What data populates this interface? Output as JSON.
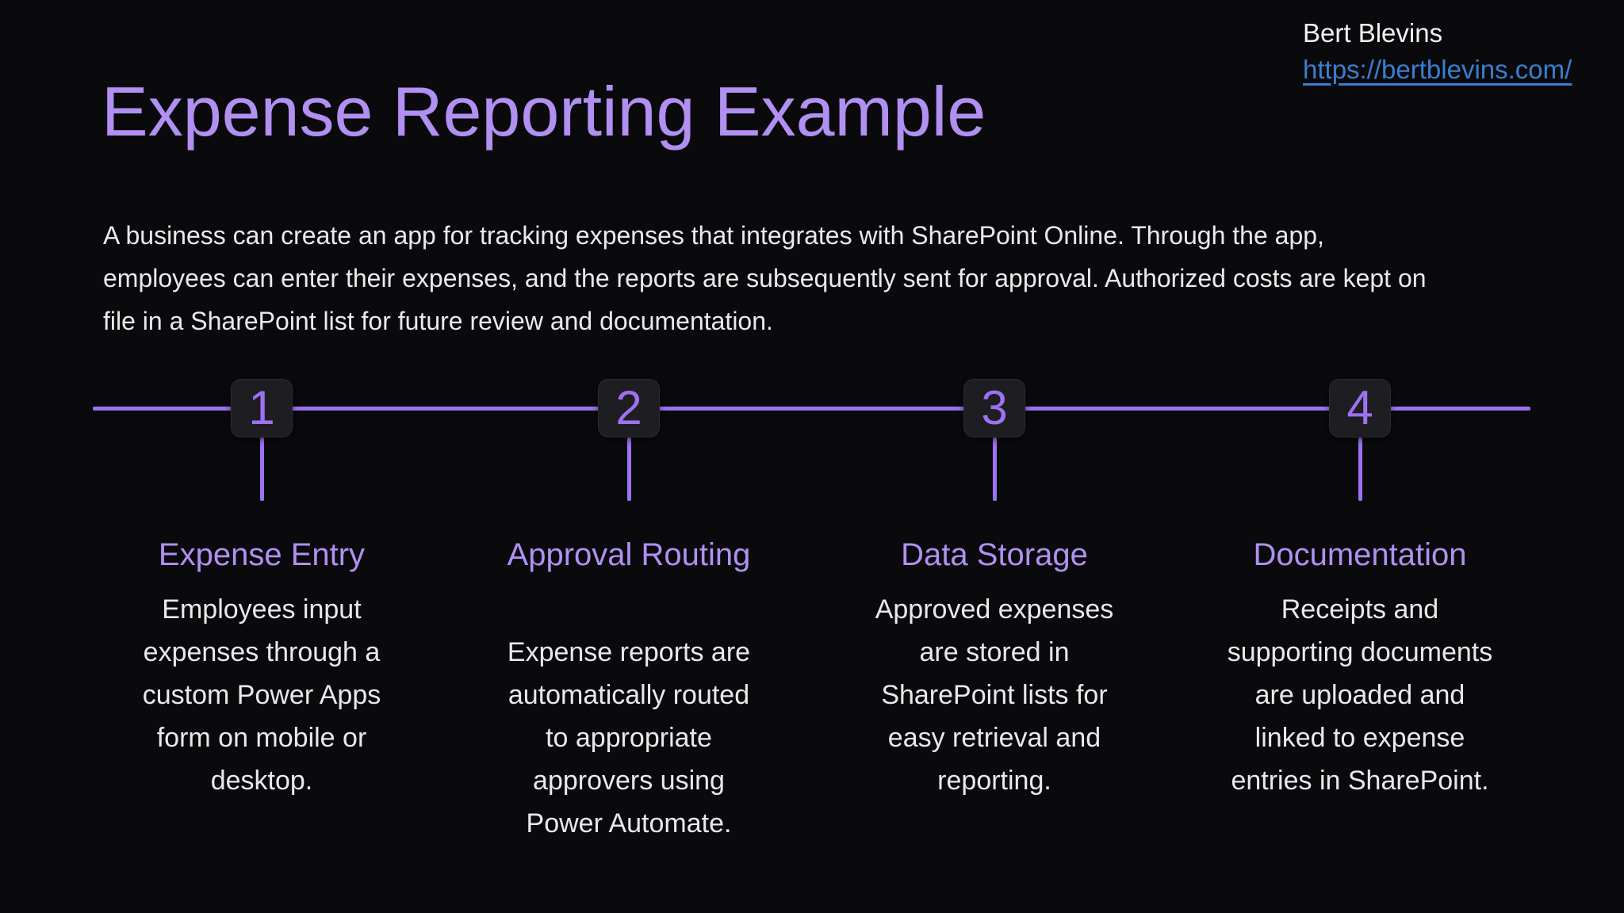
{
  "colors": {
    "background": "#0a0a0d",
    "accent_purple_text": "#b190f2",
    "accent_purple_line": "#9d72f0",
    "number_box_bg": "#1e1d22",
    "body_text": "#e9e9eb",
    "credit_name_text": "#f2f2f4",
    "link_blue": "#3b7ecf"
  },
  "credit": {
    "name": "Bert Blevins",
    "link_label": "https://bertblevins.com/",
    "link_href": "https://bertblevins.com/"
  },
  "header": {
    "title": "Expense Reporting Example"
  },
  "intro": {
    "text": "A business can create an app for tracking expenses that integrates with SharePoint Online. Through the app,\nemployees can enter their expenses, and the reports are subsequently sent for approval. Authorized costs are kept on\nfile in a SharePoint list for future review and documentation."
  },
  "timeline": {
    "steps": [
      {
        "number": "1",
        "title": "Expense Entry",
        "description": "Employees input\nexpenses through a\ncustom Power Apps\nform on mobile or\ndesktop."
      },
      {
        "number": "2",
        "title": "Approval Routing",
        "description": "Expense reports are\nautomatically routed\nto appropriate\napprovers using\nPower Automate."
      },
      {
        "number": "3",
        "title": "Data Storage",
        "description": "Approved expenses\nare stored in\nSharePoint lists for\neasy retrieval and\nreporting."
      },
      {
        "number": "4",
        "title": "Documentation",
        "description": "Receipts and\nsupporting documents\nare uploaded and\nlinked to expense\nentries in SharePoint."
      }
    ]
  }
}
